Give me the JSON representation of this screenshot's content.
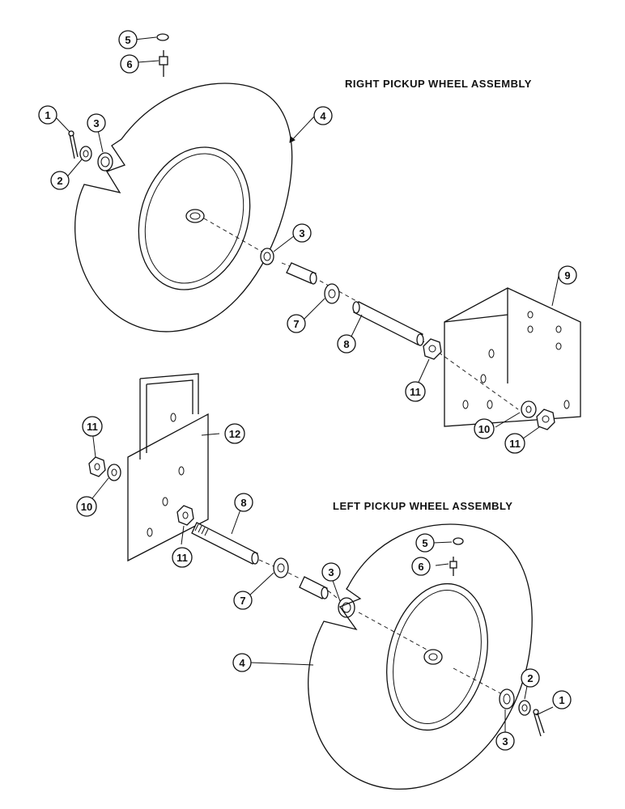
{
  "assemblies": {
    "right": {
      "title": "RIGHT PICKUP WHEEL ASSEMBLY"
    },
    "left": {
      "title": "LEFT PICKUP WHEEL ASSEMBLY"
    }
  },
  "callouts": {
    "right": {
      "c1": "1",
      "c2": "2",
      "c3a": "3",
      "c3b": "3",
      "c4": "4",
      "c5": "5",
      "c6": "6",
      "c7": "7",
      "c8": "8",
      "c9": "9",
      "c10": "10",
      "c11a": "11",
      "c11b": "11"
    },
    "left": {
      "c12": "12",
      "c11a": "11",
      "c10": "10",
      "c11b": "11",
      "c8": "8",
      "c7": "7",
      "c3a": "3",
      "c5": "5",
      "c6": "6",
      "c4": "4",
      "c2": "2",
      "c1": "1",
      "c3b": "3"
    }
  }
}
